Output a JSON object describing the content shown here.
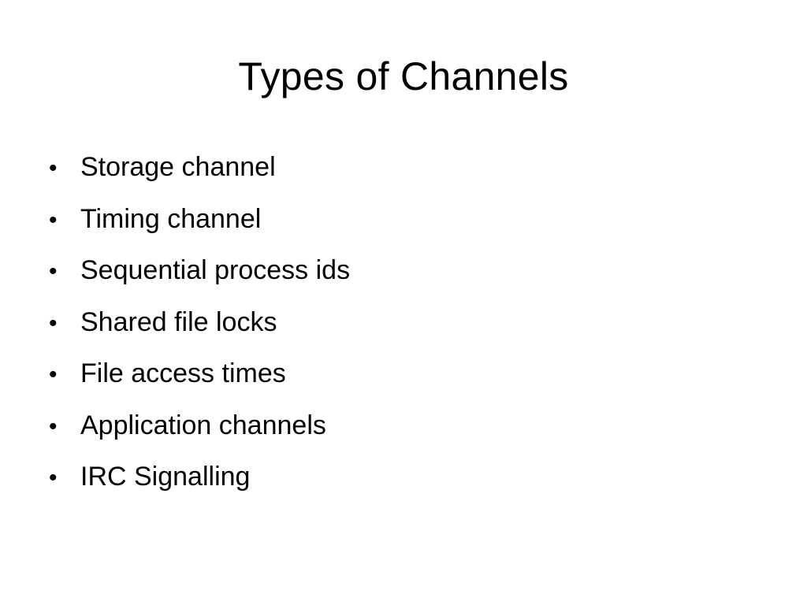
{
  "slide": {
    "title": "Types of Channels",
    "bullet_glyph": "•",
    "bullets": [
      "Storage channel",
      "Timing channel",
      "Sequential process ids",
      "Shared file locks",
      "File access times",
      "Application channels",
      "IRC Signalling"
    ]
  },
  "colors": {
    "background": "#ffffff",
    "text": "#000000"
  }
}
